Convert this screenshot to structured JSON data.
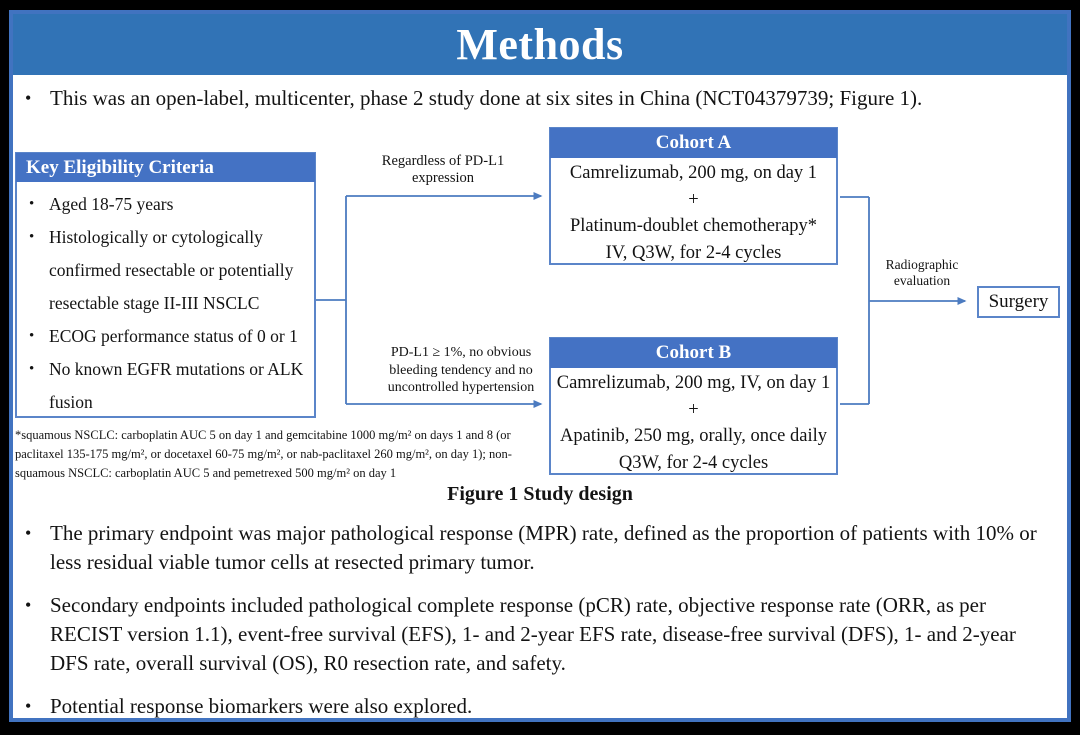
{
  "slide": {
    "title": "Methods",
    "intro_bullet": "This was an open-label, multicenter, phase 2 study done at six sites in China (NCT04379739; Figure 1).",
    "figure": {
      "eligibility": {
        "header": "Key  Eligibility Criteria",
        "items": [
          "Aged 18-75 years",
          "Histologically or cytologically confirmed resectable or potentially resectable stage II-III  NSCLC",
          "ECOG performance status of 0 or 1",
          "No known EGFR mutations or ALK fusion"
        ]
      },
      "branch_top_label": "Regardless of PD-L1 expression",
      "branch_bottom_label": "PD-L1 ≥ 1%, no obvious bleeding tendency and no uncontrolled hypertension",
      "cohort_a": {
        "header": "Cohort A",
        "lines": [
          "Camrelizumab, 200 mg, on day 1",
          "+",
          "Platinum-doublet chemotherapy*",
          "IV, Q3W, for 2-4 cycles"
        ]
      },
      "cohort_b": {
        "header": "Cohort B",
        "lines": [
          "Camrelizumab, 200 mg, IV, on day 1",
          "+",
          "Apatinib, 250 mg, orally, once daily",
          "Q3W, for 2-4 cycles"
        ]
      },
      "evaluation_label": "Radiographic evaluation",
      "surgery_label": "Surgery",
      "footnote": "*squamous NSCLC: carboplatin AUC 5 on day 1 and gemcitabine 1000 mg/m² on days 1 and 8 (or paclitaxel 135-175 mg/m², or docetaxel 60-75 mg/m², or nab-paclitaxel 260 mg/m², on day 1); non-squamous NSCLC: carboplatin AUC 5 and pemetrexed 500 mg/m² on day 1",
      "caption": "Figure 1 Study design"
    },
    "bullets": [
      "The primary endpoint was major pathological response (MPR) rate, defined as the proportion of patients with 10% or less residual viable tumor cells at resected primary tumor.",
      "Secondary endpoints included pathological complete response (pCR) rate, objective response rate (ORR, as per RECIST version 1.1), event-free survival (EFS), 1- and 2-year EFS rate, disease-free survival (DFS), 1- and 2-year DFS rate, overall survival (OS), R0 resection rate, and safety.",
      "Potential response biomarkers were also explored."
    ],
    "colors": {
      "title_bar": "#3173b6",
      "box_header": "#4472c4",
      "connector_line": "#4c7bc0",
      "box_border": "#5b85c9",
      "slide_border": "#4173c0"
    }
  }
}
